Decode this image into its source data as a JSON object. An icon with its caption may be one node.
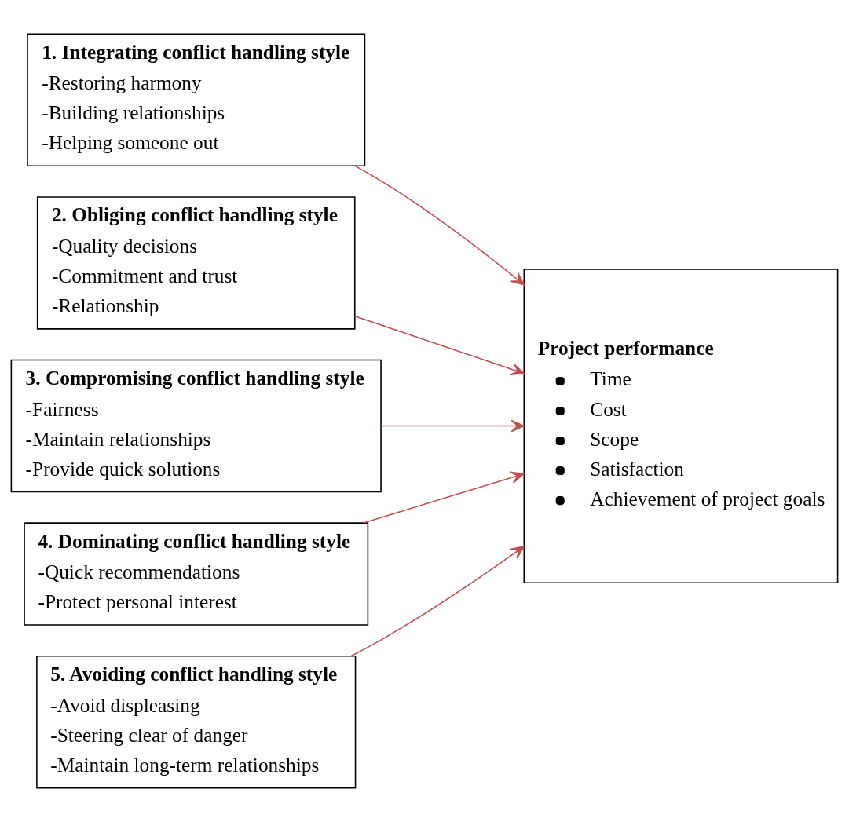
{
  "diagram": {
    "nodes": [
      {
        "text": [
          "1. Integrating conflict handling style",
          "-Restoring harmony",
          "-Building relationships",
          "-Helping someone out"
        ]
      },
      {
        "text": [
          "2. Obliging conflict handling style",
          "-Quality decisions",
          "-Commitment and trust",
          "-Relationship"
        ]
      },
      {
        "text": [
          "3. Compromising conflict handling style",
          "-Fairness",
          "-Maintain relationships",
          "-Provide quick solutions"
        ]
      },
      {
        "text": [
          "4. Dominating conflict handling style",
          "-Quick recommendations",
          "-Protect personal interest"
        ]
      },
      {
        "text": [
          "5. Avoiding conflict handling style",
          "-Avoid displeasing",
          "-Steering clear of danger",
          "-Maintain long-term relationships"
        ]
      },
      {
        "text": [
          "Project performance",
          "Time",
          "Cost",
          "Scope",
          "Satisfaction",
          "Achievement of project goals"
        ]
      }
    ],
    "edges": [
      {
        "from": 0,
        "to": 5,
        "arrow": "to",
        "color": "#c0504d"
      },
      {
        "from": 1,
        "to": 5,
        "arrow": "to",
        "color": "#c0504d"
      },
      {
        "from": 2,
        "to": 5,
        "arrow": "to",
        "color": "#c0504d"
      },
      {
        "from": 3,
        "to": 5,
        "arrow": "to",
        "color": "#c0504d"
      },
      {
        "from": 4,
        "to": 5,
        "arrow": "to",
        "color": "#c0504d"
      }
    ]
  }
}
